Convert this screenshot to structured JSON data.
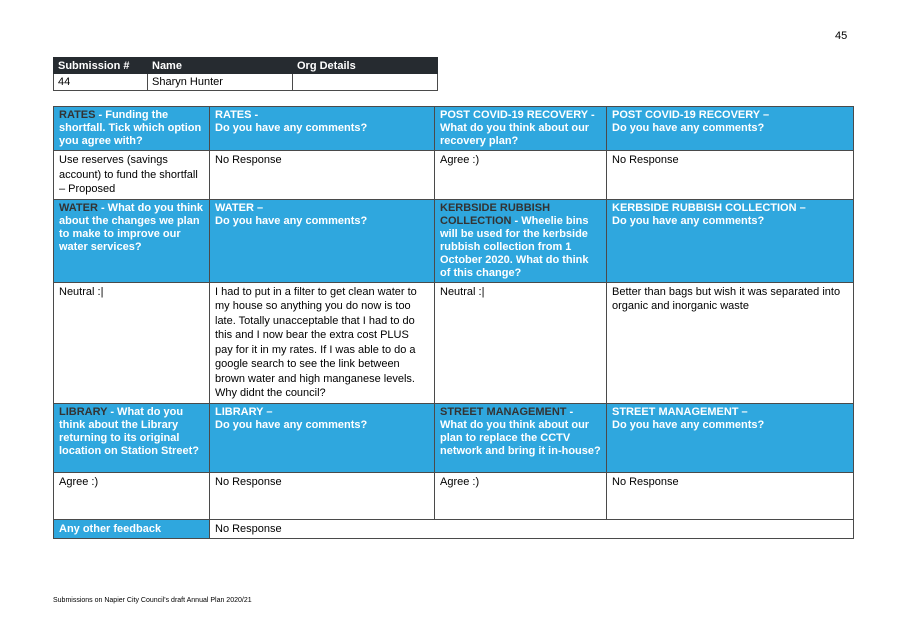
{
  "page_number": "45",
  "submission_table": {
    "headers": [
      "Submission #",
      "Name",
      "Org Details"
    ],
    "values": [
      "44",
      "Sharyn Hunter",
      ""
    ]
  },
  "rows": {
    "rates": {
      "q1_dark": "RATES",
      "q1_rest": " - Funding the shortfall. Tick which option you agree with?",
      "q2_title": "RATES -",
      "q2_sub": "Do you have any comments?",
      "q3_title": "POST COVID-19 RECOVERY -",
      "q3_rest": "What do you think about our recovery plan?",
      "q4_title": "POST COVID-19 RECOVERY –",
      "q4_sub": "Do you have any comments?",
      "a1": "Use reserves (savings account) to fund the shortfall – Proposed",
      "a2": "No Response",
      "a3": "Agree :)",
      "a4": "No Response"
    },
    "water": {
      "q1_dark": "WATER",
      "q1_rest": " - What do you think about the changes we plan to make to improve our water services?",
      "q2_title": "WATER –",
      "q2_sub": "Do you have any comments?",
      "q3_dark": "KERBSIDE RUBBISH COLLECTION",
      "q3_rest": " - Wheelie bins will be used for the kerbside rubbish collection from 1 October 2020. What do think of this change?",
      "q4_title": "KERBSIDE RUBBISH COLLECTION –",
      "q4_sub": "Do you have any comments?",
      "a1": "Neutral :|",
      "a2": "I had to put in a filter to get clean water to my house so anything you do now is too late. Totally unacceptable that I had to do this and I now bear the extra cost PLUS pay for it in my rates. If I was able to do a google search to see the link between brown water and high manganese levels. Why didnt the council?",
      "a3": "Neutral :|",
      "a4": "Better than bags but wish it was separated into organic and inorganic waste"
    },
    "library": {
      "q1_dark": "LIBRARY",
      "q1_rest": " - What do you think about the Library returning to its original location on Station Street?",
      "q2_title": "LIBRARY –",
      "q2_sub": "Do you have any comments?",
      "q3_dark": "STREET MANAGEMENT",
      "q3_rest": " - What do you think about our plan to replace the CCTV network and bring it in-house?",
      "q4_title": "STREET MANAGEMENT –",
      "q4_sub": "Do you have any comments?",
      "a1": "Agree :)",
      "a2": "No Response",
      "a3": "Agree :)",
      "a4": "No Response"
    },
    "other": {
      "label": "Any other feedback",
      "answer": "No Response"
    }
  },
  "footer": "Submissions on Napier City Council's draft Annual Plan 2020/21",
  "colors": {
    "header_blue": "#2fa7de",
    "header_dark": "#262b30"
  }
}
